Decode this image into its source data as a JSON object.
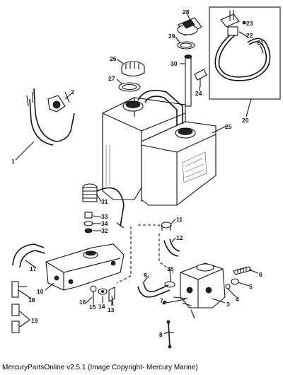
{
  "caption": "MercuryPartsOnline v2.5.1 (Image Copyright- Mercury Marine)",
  "callouts": [
    {
      "id": "1",
      "text": "1"
    },
    {
      "id": "2",
      "text": "2"
    },
    {
      "id": "3",
      "text": "3"
    },
    {
      "id": "4",
      "text": "4"
    },
    {
      "id": "5",
      "text": "5"
    },
    {
      "id": "6",
      "text": "6"
    },
    {
      "id": "7",
      "text": "7"
    },
    {
      "id": "8",
      "text": "8"
    },
    {
      "id": "9",
      "text": "9"
    },
    {
      "id": "10",
      "text": "10"
    },
    {
      "id": "11",
      "text": "11"
    },
    {
      "id": "12",
      "text": "12"
    },
    {
      "id": "13",
      "text": "13"
    },
    {
      "id": "14",
      "text": "14"
    },
    {
      "id": "15",
      "text": "15"
    },
    {
      "id": "16",
      "text": "16"
    },
    {
      "id": "17",
      "text": "17"
    },
    {
      "id": "18",
      "text": "18"
    },
    {
      "id": "19",
      "text": "19"
    },
    {
      "id": "20",
      "text": "20"
    },
    {
      "id": "21",
      "text": "21"
    },
    {
      "id": "22",
      "text": "22"
    },
    {
      "id": "23",
      "text": "23"
    },
    {
      "id": "24",
      "text": "24"
    },
    {
      "id": "25",
      "text": "25"
    },
    {
      "id": "26",
      "text": "26"
    },
    {
      "id": "27",
      "text": "27"
    },
    {
      "id": "28",
      "text": "28"
    },
    {
      "id": "29",
      "text": "29"
    },
    {
      "id": "30",
      "text": "30"
    },
    {
      "id": "31",
      "text": "31"
    },
    {
      "id": "32",
      "text": "32"
    },
    {
      "id": "33",
      "text": "33"
    },
    {
      "id": "34",
      "text": "34"
    },
    {
      "id": "35",
      "text": "35"
    }
  ]
}
